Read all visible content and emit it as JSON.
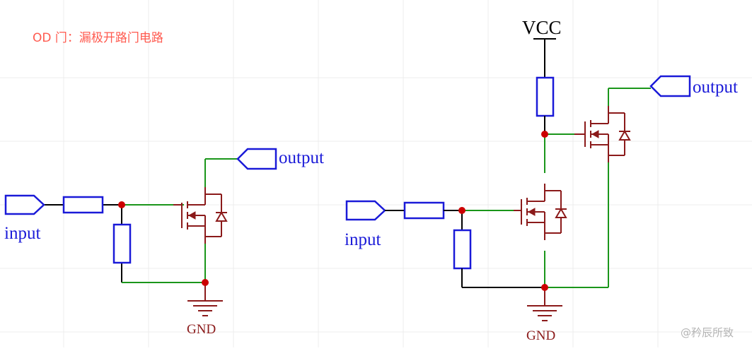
{
  "title": "OD 门：漏极开路门电路",
  "watermark": "@矜辰所致",
  "left_circuit": {
    "input_label": "input",
    "output_label": "output",
    "ground_label": "GND"
  },
  "right_circuit": {
    "supply_label": "VCC",
    "input_label": "input",
    "output_label": "output",
    "ground_label": "GND"
  },
  "colors": {
    "title": "#ff5a4f",
    "port_and_resistor": "#1a1ad8",
    "wire_green": "#1a961a",
    "wire_black": "#000000",
    "component_darkred": "#8b1a1a",
    "junction": "#cc0000",
    "grid": "#ececec"
  }
}
